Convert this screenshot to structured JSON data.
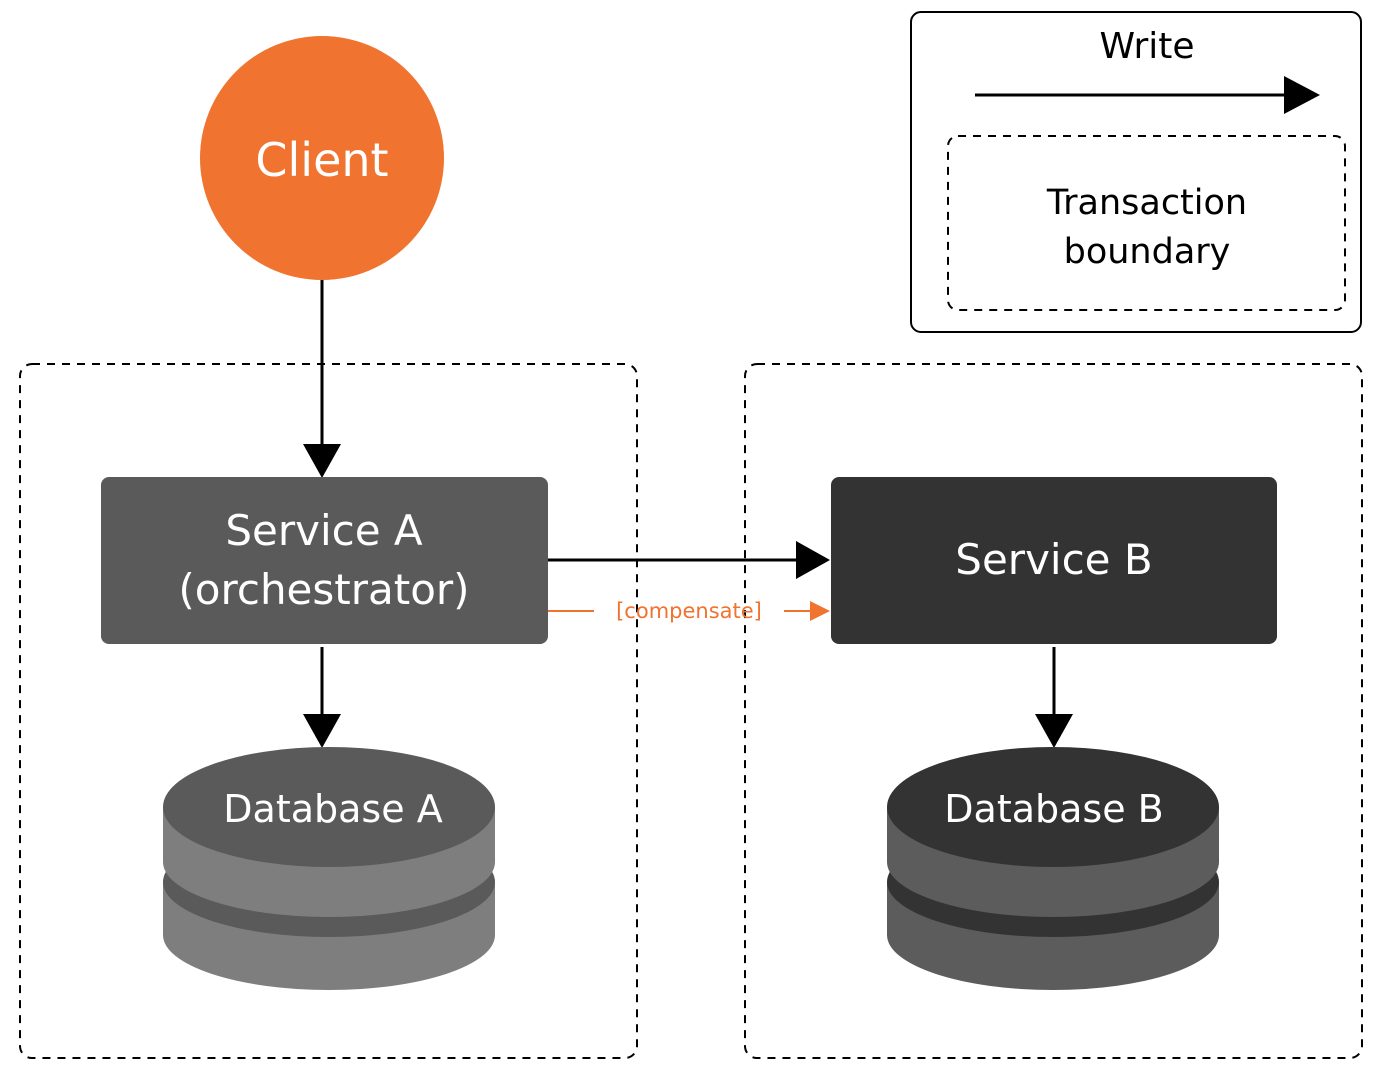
{
  "legend": {
    "write_label": "Write",
    "boundary_label_line1": "Transaction",
    "boundary_label_line2": "boundary"
  },
  "nodes": {
    "client": "Client",
    "service_a_line1": "Service A",
    "service_a_line2": "(orchestrator)",
    "service_b": "Service B",
    "database_a": "Database A",
    "database_b": "Database B"
  },
  "edges": {
    "compensate_label": "[compensate]"
  },
  "colors": {
    "client": "#F07330",
    "service_a": "#5A5A5A",
    "service_b": "#333333",
    "db_a_top": "#5A5A5A",
    "db_a_side": "#7E7E7E",
    "db_b_top": "#333333",
    "db_b_side": "#5C5C5C",
    "compensate": "#F07330"
  }
}
